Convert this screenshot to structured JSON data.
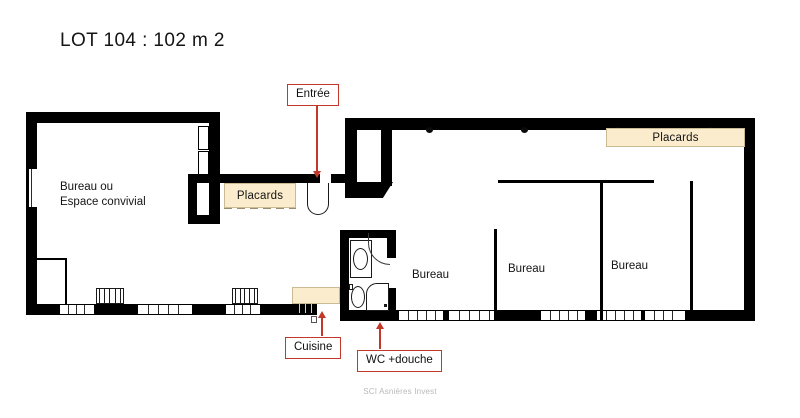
{
  "document": {
    "title": "LOT 104 : 102 m 2",
    "footer_credit": "SCI Asnières Invest"
  },
  "colors": {
    "wall": "#000000",
    "background": "#ffffff",
    "annotation_red": "#c0392b",
    "placard_fill": "#fbeccd",
    "placard_border": "#cbbb95",
    "text": "#111111",
    "footer_text": "#b9b9b9"
  },
  "rooms": [
    {
      "id": "bureau-espace-convivial",
      "label_line1": "Bureau ou",
      "label_line2": "Espace convivial"
    },
    {
      "id": "bureau-1",
      "label": "Bureau"
    },
    {
      "id": "bureau-2",
      "label": "Bureau"
    },
    {
      "id": "bureau-3",
      "label": "Bureau"
    }
  ],
  "placards": [
    {
      "id": "placard-left",
      "label": "Placards"
    },
    {
      "id": "placard-right",
      "label": "Placards"
    },
    {
      "id": "placard-kitchen",
      "label": ""
    }
  ],
  "annotations": [
    {
      "id": "entree",
      "label": "Entrée",
      "arrow_direction": "down"
    },
    {
      "id": "cuisine",
      "label": "Cuisine",
      "arrow_direction": "up"
    },
    {
      "id": "wc-douche",
      "label": "WC  +douche",
      "arrow_direction": "up"
    }
  ]
}
